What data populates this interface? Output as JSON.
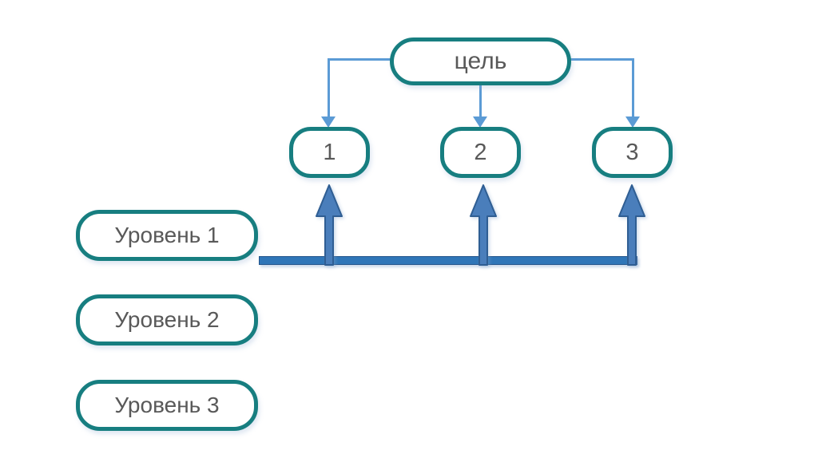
{
  "diagram": {
    "goal": {
      "label": "цель"
    },
    "children": [
      {
        "label": "1"
      },
      {
        "label": "2"
      },
      {
        "label": "3"
      }
    ],
    "levels": [
      {
        "label": "Уровень 1"
      },
      {
        "label": "Уровень 2"
      },
      {
        "label": "Уровень 3"
      }
    ]
  },
  "colors": {
    "teal": "#177E80",
    "connector": "#5B9BD5",
    "arrow-fill": "#4A7EBB",
    "arrow-stroke": "#2F5E93",
    "bar-fill": "#2F76B8",
    "bar-stroke": "#24558C",
    "text": "#595959"
  }
}
